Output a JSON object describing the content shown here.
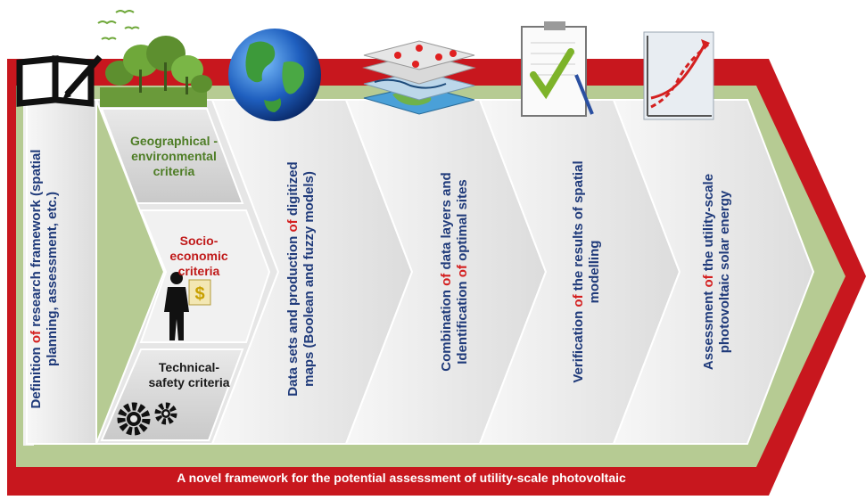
{
  "footer": "A novel framework for the potential assessment of utility-scale photovoltaic",
  "criteria": {
    "geo": "Geographical - environmental criteria",
    "socio": "Socio-economic criteria",
    "tech": "Technical- safety criteria"
  },
  "steps": [
    {
      "pre": "Definition ",
      "hl": "of",
      "post": " research framework (spatial planning, assessment, etc.)"
    },
    {
      "pre": "Data sets and production ",
      "hl": "of",
      "post": " digitized maps (Boolean and fuzzy models)"
    },
    {
      "pre": "Combination ",
      "hl": "of",
      "mid": " data layers and Identification ",
      "hl2": "of",
      "post": " optimal sites"
    },
    {
      "pre": "Verification ",
      "hl": "of",
      "post": " the results of spatial modelling"
    },
    {
      "pre": "Assessment ",
      "hl": "of",
      "post": " the utility-scale photovoltaic solar energy"
    }
  ],
  "colors": {
    "red": "#c8171e",
    "green": "#b6cb93",
    "panel": "#eeeeee",
    "text_blue": "#1f3a7a",
    "geo_green": "#4e7d26",
    "socio_red": "#c01a1a",
    "tech_black": "#1a1a1a"
  },
  "icons": [
    "book-pen-icon",
    "forest-birds-icon",
    "earth-globe-icon",
    "map-layers-icon",
    "clipboard-check-icon",
    "rising-chart-icon",
    "businessman-icon",
    "dollar-icon",
    "gears-icon"
  ]
}
